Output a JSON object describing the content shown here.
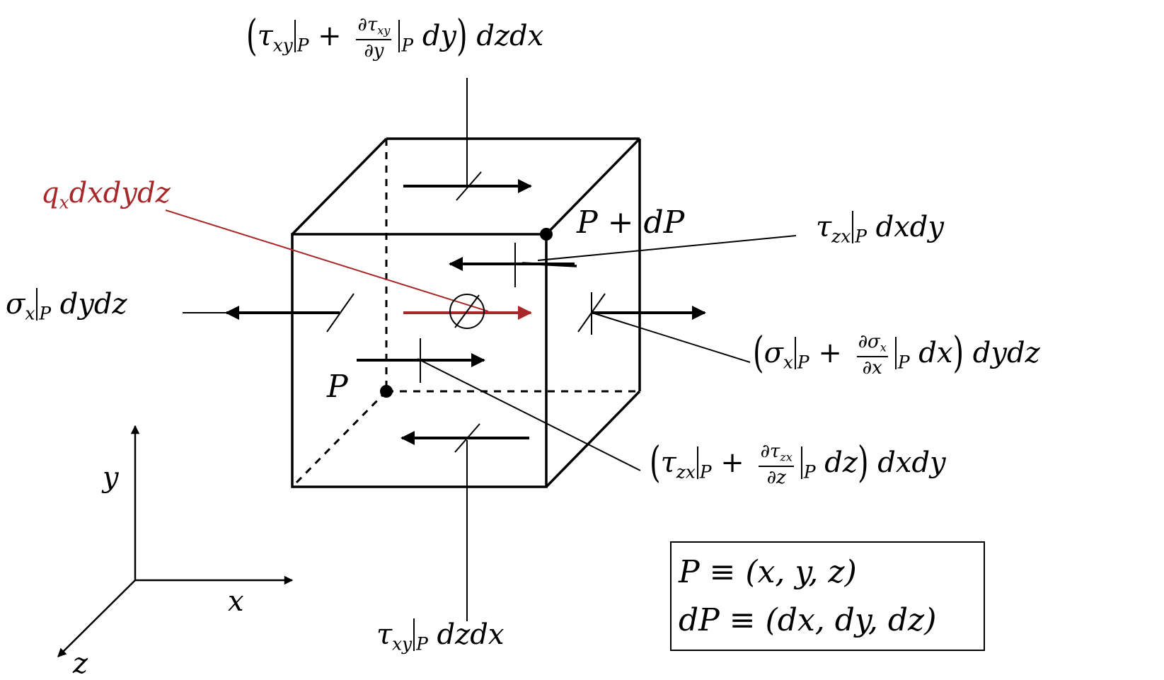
{
  "diagram": {
    "colors": {
      "stroke": "#000000",
      "accent": "#a8282a"
    },
    "labels": {
      "top_shear": {
        "tau": "τ",
        "sub": "xy",
        "p": "P",
        "plus": "+",
        "num": "∂τ",
        "num_sub": "xy",
        "den": "∂y",
        "dvar": "dy",
        "tail": "dzdx"
      },
      "bottom_shear": {
        "tau": "τ",
        "sub": "xy",
        "p": "P",
        "tail": "dzdx"
      },
      "left_normal": {
        "sigma": "σ",
        "sub": "x",
        "p": "P",
        "tail": "dydz"
      },
      "right_normal": {
        "sigma": "σ",
        "sub": "x",
        "p": "P",
        "plus": "+",
        "num": "∂σ",
        "num_sub": "x",
        "den": "∂x",
        "dvar": "dx",
        "tail": "dydz"
      },
      "back_shear": {
        "tau": "τ",
        "sub": "zx",
        "p": "P",
        "tail": "dxdy"
      },
      "front_shear": {
        "tau": "τ",
        "sub": "zx",
        "p": "P",
        "plus": "+",
        "num": "∂τ",
        "num_sub": "zx",
        "den": "∂z",
        "dvar": "dz",
        "tail": "dxdy"
      },
      "body_force": {
        "q": "q",
        "sub": "x",
        "tail": "dxdydz"
      },
      "point_p": "P",
      "point_pdp": "P + dP"
    },
    "axes": {
      "x": "x",
      "y": "y",
      "z": "z"
    },
    "legend": {
      "line1": "P ≡ (x, y, z)",
      "line2": "dP ≡ (dx, dy, dz)"
    }
  }
}
